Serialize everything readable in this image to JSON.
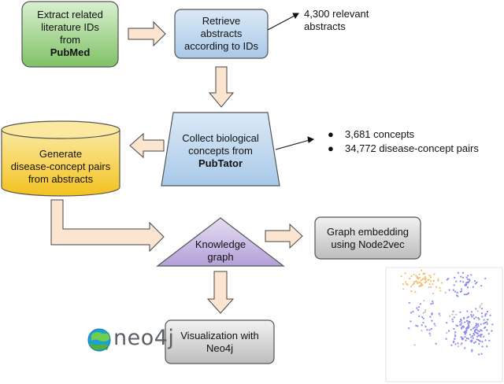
{
  "nodes": {
    "pubmed": {
      "line1": "Extract related",
      "line2": "literature IDs",
      "line3": "from",
      "bold": "PubMed",
      "color": "#8fd178"
    },
    "retrieve": {
      "line1": "Retrieve",
      "line2": "abstracts",
      "line3": "according to IDs",
      "color": "#bcd7ef"
    },
    "pubtator": {
      "line1": "Collect biological",
      "line2": "concepts from",
      "bold": "PubTator",
      "color": "#bcd7ef"
    },
    "generate": {
      "line1": "Generate",
      "line2": "disease-concept pairs",
      "line3": "from abstracts",
      "color": "#f7cf3d"
    },
    "knowledge": {
      "line1": "Knowledge",
      "line2": "graph",
      "color": "#c8b8e4"
    },
    "embedding": {
      "line1": "Graph embedding",
      "line2": "using Node2vec",
      "color": "#cfcfcf"
    },
    "visualization": {
      "line1": "Visualization with",
      "line2": "Neo4j",
      "color": "#cfcfcf"
    }
  },
  "notes": {
    "abstracts": {
      "line1": "4,300 relevant",
      "line2": "abstracts"
    },
    "concepts": [
      "3,681 concepts",
      "34,772 disease-concept pairs"
    ],
    "bullet_glyph": "●"
  },
  "logo": {
    "word": "neo4j"
  },
  "arrow_color": "#fbe4d0",
  "scatter": {
    "series_colors": [
      "#8a8af0",
      "#f0c070",
      "#c0c0c0"
    ]
  }
}
